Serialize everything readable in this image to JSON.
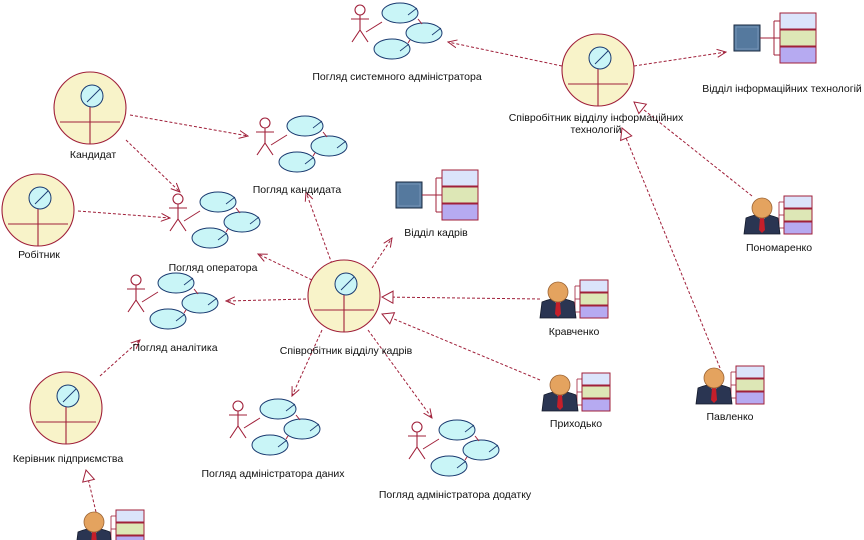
{
  "labels": {
    "sysadmin_view": "Погляд системного адміністратора",
    "it_employee": "Співробітник відділу інформаційних технологій",
    "it_department": "Відділ інформаційних технологій",
    "candidate": "Кандидат",
    "candidate_view": "Погляд кандидата",
    "worker": "Робітник",
    "operator_view": "Погляд оператора",
    "hr_department": "Відділ кадрів",
    "ponomarenko": "Пономаренко",
    "kravchenko": "Кравченко",
    "analyst_view": "Погляд аналітика",
    "hr_employee": "Співробітник відділу кадрів",
    "pavlenko": "Павленко",
    "prykhodko": "Приходько",
    "director": "Керівник підприємства",
    "data_admin_view": "Погляд адміністратора даних",
    "app_admin_view": "Погляд адміністратора додатку"
  },
  "colors": {
    "line": "#a0203a",
    "ellipse_fill": "#c9f5f7",
    "ellipse_stroke": "#1a3a70",
    "actor_fill": "#f8f3c9",
    "actor_stroke": "#a0203a",
    "dept_square": "#55799e",
    "dept_row1": "#dbe4fb",
    "dept_row2": "#dde7b6",
    "dept_row3": "#b6aaf1",
    "person_face": "#e4a35f",
    "person_suit": "#2a3552",
    "person_tie": "#c51f2a"
  }
}
